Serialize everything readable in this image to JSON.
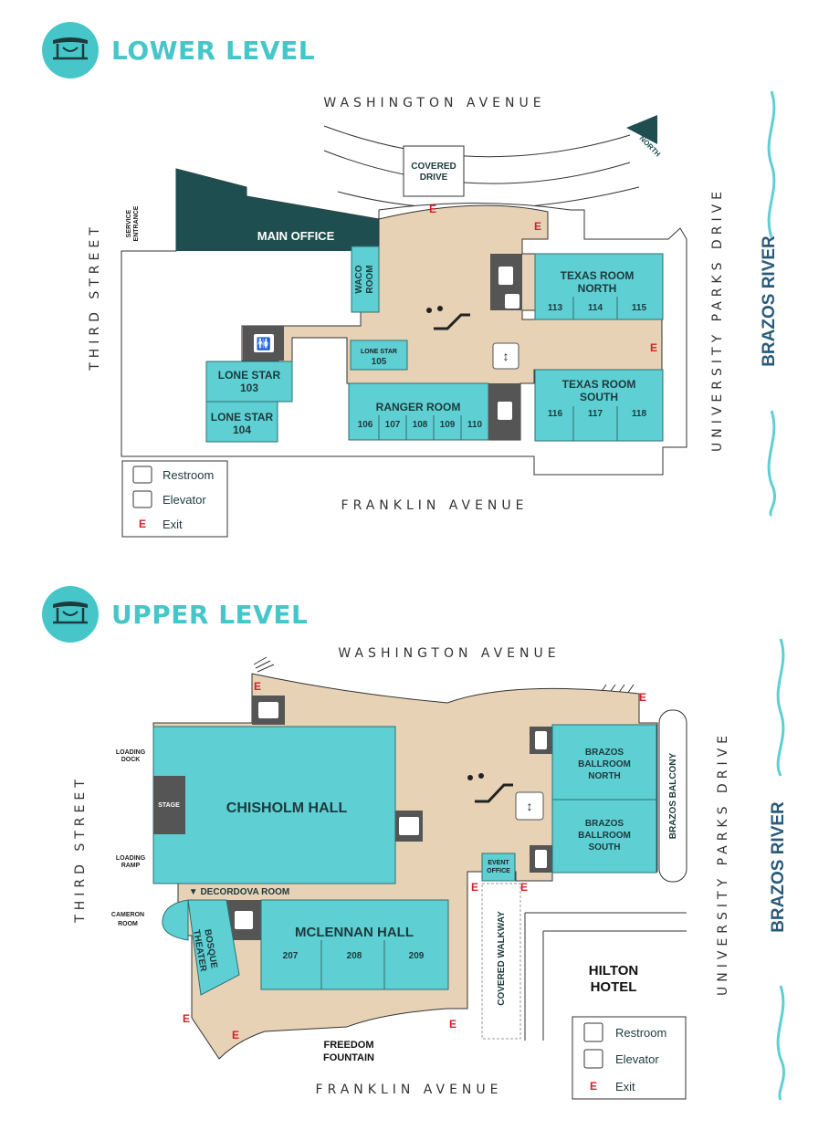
{
  "lower": {
    "title": "LOWER LEVEL",
    "streets": {
      "north": "WASHINGTON AVENUE",
      "south": "FRANKLIN AVENUE",
      "west": "THIRD STREET",
      "east": "UNIVERSITY PARKS DRIVE"
    },
    "river": "BRAZOS RIVER",
    "north_arrow": "NORTH",
    "labels": {
      "covered_drive": [
        "COVERED",
        "DRIVE"
      ],
      "service_entrance": [
        "SERVICE",
        "ENTRANCE"
      ],
      "main_office": "MAIN OFFICE",
      "waco_room": [
        "WACO",
        "ROOM"
      ],
      "lone_star_105": [
        "LONE STAR",
        "105"
      ],
      "lone_star_103": [
        "LONE STAR",
        "103"
      ],
      "lone_star_104": [
        "LONE STAR",
        "104"
      ],
      "ranger_room": "RANGER ROOM",
      "ranger_numbers": [
        "106",
        "107",
        "108",
        "109",
        "110"
      ],
      "texas_north": [
        "TEXAS ROOM",
        "NORTH"
      ],
      "texas_north_numbers": [
        "113",
        "114",
        "115"
      ],
      "texas_south": [
        "TEXAS ROOM",
        "SOUTH"
      ],
      "texas_south_numbers": [
        "116",
        "117",
        "118"
      ],
      "exit_mark": "E"
    },
    "legend": {
      "restroom": "Restroom",
      "elevator": "Elevator",
      "exit": "Exit",
      "exit_mark": "E"
    }
  },
  "upper": {
    "title": "UPPER LEVEL",
    "streets": {
      "north": "WASHINGTON AVENUE",
      "south": "FRANKLIN AVENUE",
      "west": "THIRD STREET",
      "east": "UNIVERSITY PARKS DRIVE"
    },
    "river": "BRAZOS RIVER",
    "labels": {
      "loading_dock": [
        "LOADING",
        "DOCK"
      ],
      "loading_ramp": [
        "LOADING",
        "RAMP"
      ],
      "stage": "STAGE",
      "chisholm_hall": "CHISHOLM HALL",
      "decordova_room": "▼ DECORDOVA ROOM",
      "cameron_room": [
        "CAMERON",
        "ROOM"
      ],
      "bosque_theater": [
        "BOSQUE",
        "THEATER"
      ],
      "mclennan_hall": "MCLENNAN HALL",
      "mclennan_numbers": [
        "207",
        "208",
        "209"
      ],
      "event_office": [
        "EVENT",
        "OFFICE"
      ],
      "covered_walkway": "COVERED WALKWAY",
      "brazos_north": [
        "BRAZOS",
        "BALLROOM",
        "NORTH"
      ],
      "brazos_south": [
        "BRAZOS",
        "BALLROOM",
        "SOUTH"
      ],
      "brazos_balcony": "BRAZOS BALCONY",
      "hilton_hotel": [
        "HILTON",
        "HOTEL"
      ],
      "freedom_fountain": [
        "FREEDOM",
        "FOUNTAIN"
      ],
      "exit_mark": "E"
    },
    "legend": {
      "restroom": "Restroom",
      "elevator": "Elevator",
      "exit": "Exit",
      "exit_mark": "E"
    }
  },
  "colors": {
    "teal": "#46c6c9",
    "room": "#5ecfd3",
    "floor": "#e7d2b5",
    "office": "#1f4e50",
    "exit": "#d4202a",
    "river_wave": "#5ecfd3"
  }
}
